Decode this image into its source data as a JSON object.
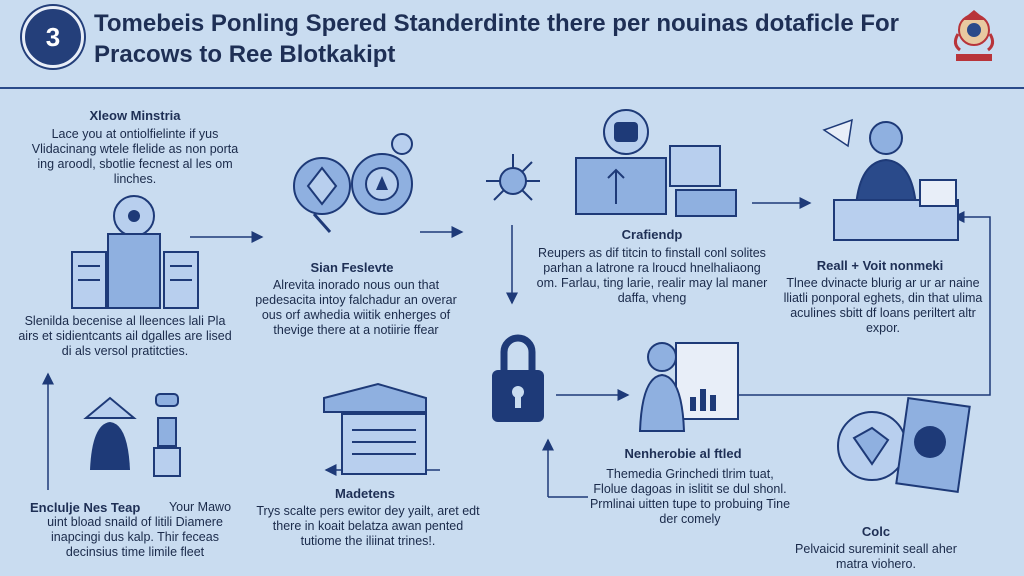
{
  "header": {
    "step_number": "3",
    "title": "Tomebeis Ponling Spered Standerdinte there per nouinas dotaficle For Pracows to Ree Blotkakipt"
  },
  "steps": {
    "s1": {
      "title": "Xleow Minstria",
      "text": "Lace you at ontiolfielinte if yus Vlidacinang wtele flelide as non porta ing aroodl, sbotlie fecnest al les om linches."
    },
    "s2": {
      "title": "",
      "text": "Slenilda becenise al lleences lali Pla airs et sidientcants ail dgalles are lised di als versol pratitcties."
    },
    "s3": {
      "title": "Sian Feslevte",
      "text": "Alrevita inorado nous oun that pedesacita intoy falchadur an overar ous orf awhedia wiitik enherges of thevige there at a notiirie ffear"
    },
    "s4": {
      "title": "Crafiendp",
      "text": "Reupers as dif titcin to finstall conl solites parhan a latrone ra lroucd hnelhaliaong om. Farlau, ting larie, realir may lal maner daffa, vheng"
    },
    "s5": {
      "title": "Reall + Voit nonmeki",
      "text": "Tlnee dvinacte blurig ar ur ar naine lliatli ponporal eghets, din that ulima aculines sbitt df loans periltert altr expor."
    },
    "s6": {
      "title": "Enclulje Nes Teap",
      "text": "Your Mawo uint bload snaild of litili Diamere inapcingi dus kalp. Thir feceas decinsius time limile fleet"
    },
    "s7": {
      "title": "Madetens",
      "text": "Trys scalte pers ewitor dey yailt, aret edt there in koait belatza awan pented tutiome the iliinat trines!."
    },
    "s8": {
      "title": "Nenherobie al ftled",
      "text": "Themedia Grinchedi tlrim tuat, Flolue dagoas in islitit se dul shonl. Prmlinai uitten tupe to probuing Tine der comely"
    },
    "s9": {
      "title": "Colc",
      "text": "Pelvaicid sureminit seall aher matra viohero."
    }
  },
  "colors": {
    "background": "#c9dcf0",
    "primary": "#243f7a",
    "icon_fill": "#8fb0e0",
    "icon_light": "#b8cfee"
  }
}
